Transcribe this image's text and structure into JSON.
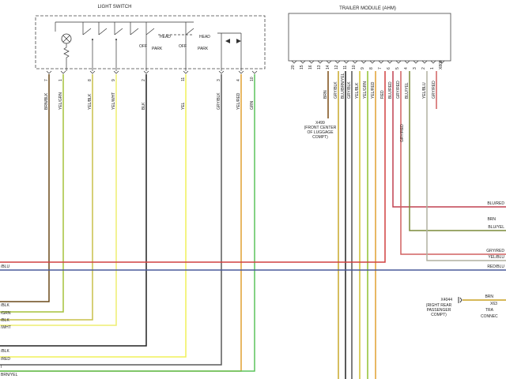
{
  "light_switch": {
    "title": "LIGHT SWITCH",
    "labels": {
      "off1": "OFF",
      "head1": "HEAD",
      "park1": "PARK",
      "off2": "OFF",
      "head2": "HEAD",
      "park2": "PARK"
    },
    "pins": [
      {
        "num": "7",
        "wire": "BRN/BLK",
        "color": "#6b4a1a"
      },
      {
        "num": "1",
        "wire": "YEL/GRN",
        "color": "#a6c23c"
      },
      {
        "num": "8",
        "wire": "YEL/BLK",
        "color": "#c8c04a"
      },
      {
        "num": "9",
        "wire": "YEL/WHT",
        "color": "#eeee70"
      },
      {
        "num": "2",
        "wire": "BLK",
        "color": "#222222"
      },
      {
        "num": "11",
        "wire": "YEL",
        "color": "#f0f05a"
      },
      {
        "num": "3",
        "wire": "GRY/BLK",
        "color": "#5a5a5a"
      },
      {
        "num": "4",
        "wire": "YEL/RED",
        "color": "#e0a030"
      },
      {
        "num": "10",
        "wire": "GRN",
        "color": "#5bc45b"
      }
    ]
  },
  "trailer_module": {
    "title": "TRAILER MODULE (AHM)",
    "top_pins": [
      "20",
      "15",
      "16",
      "13",
      "14",
      "12",
      "11",
      "10",
      "9",
      "8",
      "7",
      "6",
      "5",
      "4",
      "3",
      "2",
      "1",
      "X809"
    ],
    "wires": [
      {
        "pin": "16",
        "label": "BRN",
        "color": "#7a4a12"
      },
      {
        "pin": "14",
        "label": "GRY/BLK",
        "color": "#c8a82a"
      },
      {
        "pin": "13",
        "label": "BLU/BRN/YEL",
        "color": "#222222"
      },
      {
        "pin": "12",
        "label": "GRY/BLK",
        "color": "#555555"
      },
      {
        "pin": "11",
        "label": "YEL/BLK",
        "color": "#d0c030"
      },
      {
        "pin": "10",
        "label": "YEL/GRN",
        "color": "#90c030"
      },
      {
        "pin": "9",
        "label": "YEL/RED",
        "color": "#e0a030"
      },
      {
        "pin": "8",
        "label": "RED",
        "color": "#d04040"
      },
      {
        "pin": "7",
        "label": "BLU/RED",
        "color": "#c04050"
      },
      {
        "pin": "6",
        "label": "GRY/RED",
        "color": "#d06060"
      },
      {
        "pin": "5",
        "label": "BLU/YEL",
        "color": "#7a8a3a"
      },
      {
        "pin": "3",
        "label": "YEL/BLU",
        "color": "#b0b0a0"
      },
      {
        "pin": "1",
        "label": "GRY/RED",
        "color": "#d06060"
      }
    ],
    "x499": {
      "id": "X499",
      "line1": "(FRONT CENTER",
      "line2": "OF LUGGAGE",
      "line3": "COMPT)"
    },
    "gry_red_label": "GRY/RED"
  },
  "right_labels": [
    {
      "text": "BLU/RED"
    },
    {
      "text": "BRN"
    },
    {
      "text": "BLU/YEL"
    },
    {
      "text": "GRY/RED"
    },
    {
      "text": "YEL/BLU"
    },
    {
      "text": "RED/BLU"
    },
    {
      "text": "BRN"
    }
  ],
  "x4044": {
    "id": "X4044",
    "line1": "(RIGHT REAR",
    "line2": "PASSENGER",
    "line3": "COMPT)"
  },
  "right_edge": {
    "top": "X63",
    "mid": "TRA",
    "bottom": "CONNEC"
  },
  "left_edge": [
    "/BLU",
    "/BLK",
    "/GRN",
    "/BLK",
    "/WHT",
    "/BLK",
    "/RED",
    "I",
    "BRN/YEL"
  ]
}
